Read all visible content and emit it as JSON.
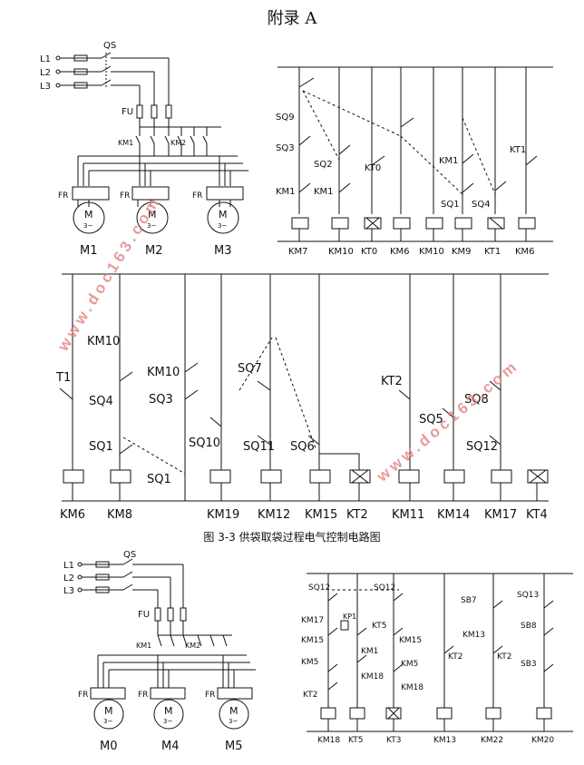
{
  "page_title": "附录 A",
  "caption": "图 3-3  供袋取袋过程电气控制电路图",
  "watermark": "www.doc163.com",
  "colors": {
    "ink": "#111111",
    "watermark": "#e58a88"
  },
  "power_top": {
    "lines": [
      "L1",
      "L2",
      "L3"
    ],
    "switch": "QS",
    "fuse": "FU",
    "contactors": [
      "KM1",
      "KM2"
    ],
    "relay": "FR",
    "motor_symbol": "M",
    "motor_sub": "3~",
    "motors": [
      "M1",
      "M2",
      "M3"
    ]
  },
  "ctrl_a": {
    "contacts": [
      "SQ9",
      "SQ3",
      "SQ2",
      "KM1",
      "KM1",
      "KT0",
      "KM1",
      "SQ1",
      "SQ4",
      "KT1"
    ],
    "coils": [
      "KM7",
      "KM10",
      "KT0",
      "KM6",
      "KM10",
      "KM9",
      "KT1",
      "KM6"
    ]
  },
  "ctrl_b": {
    "contacts": [
      "T1",
      "KM10",
      "SQ4",
      "SQ1",
      "KM10",
      "SQ3",
      "SQ10",
      "SQ7",
      "SQ11",
      "SQ6",
      "SQ1",
      "KT2",
      "SQ5",
      "SQ8",
      "SQ12"
    ],
    "coils": [
      "KM6",
      "KM8",
      "KM19",
      "KM12",
      "KM15",
      "KT2",
      "KM11",
      "KM14",
      "KM17",
      "KT4"
    ]
  },
  "power_bottom": {
    "lines": [
      "L1",
      "L2",
      "L3"
    ],
    "switch": "QS",
    "fuse": "FU",
    "contactors": [
      "KM1",
      "KM2"
    ],
    "relay": "FR",
    "motor_symbol": "M",
    "motor_sub": "3~",
    "motors": [
      "M0",
      "M4",
      "M5"
    ]
  },
  "ctrl_c": {
    "contacts": [
      "SQ12",
      "SQ12",
      "KP1",
      "KT5",
      "KM17",
      "KM15",
      "KM15",
      "KM1",
      "KM5",
      "KM5",
      "KM18",
      "KT2",
      "KM18",
      "SB7",
      "KM13",
      "KT2",
      "KT2",
      "SQ13",
      "SB8",
      "SB3"
    ],
    "coils": [
      "KM18",
      "KT5",
      "KT3",
      "KM13",
      "KM22",
      "KM20"
    ]
  }
}
